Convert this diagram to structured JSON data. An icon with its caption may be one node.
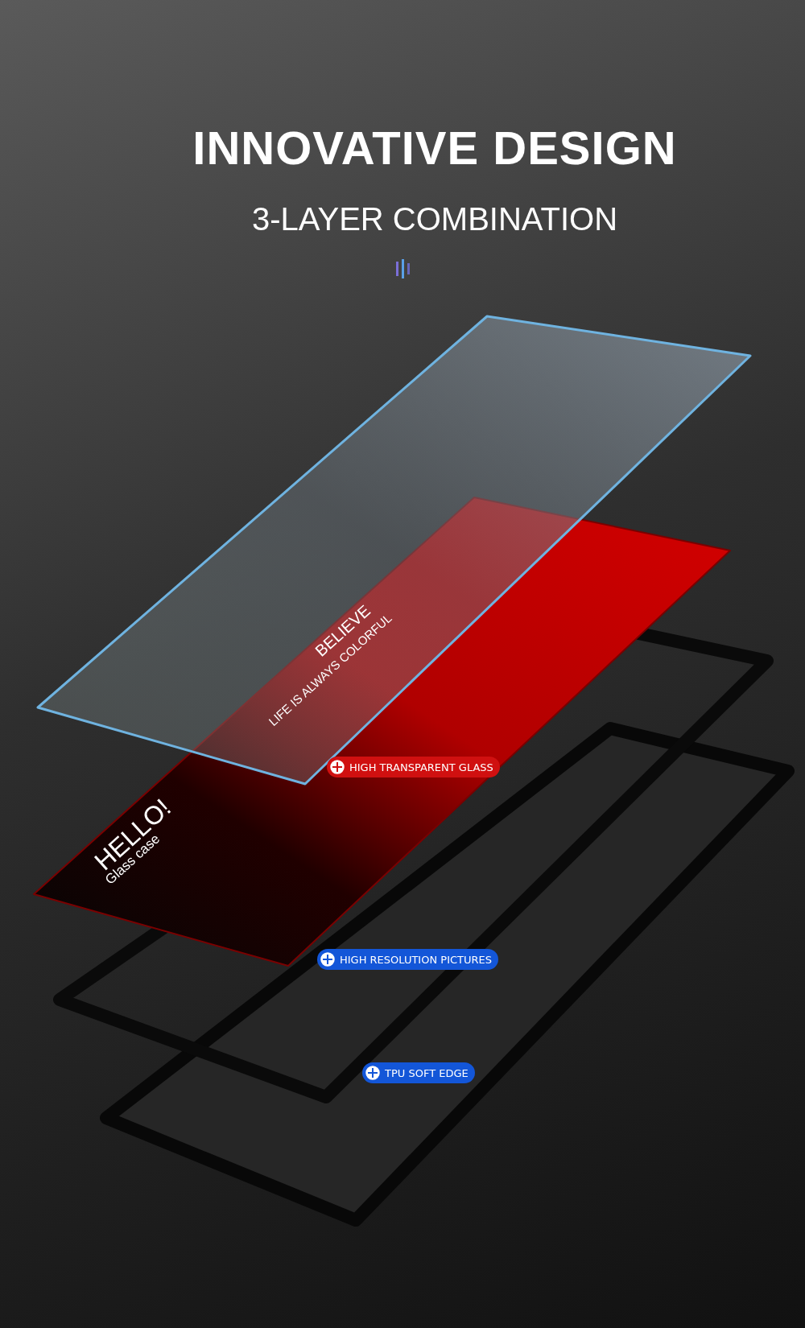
{
  "diagram": {
    "title": "INNOVATIVE DESIGN",
    "labels": [
      "3-LAYER COMBINATION",
      "BELIEVE",
      "LIFE IS ALWAYS COLORFUL",
      "HIGH TRANSPARENT GLASS",
      "HELLO!",
      "Glass case",
      "HIGH RESOLUTION PICTURES",
      "TPU SOFT EDGE"
    ]
  }
}
